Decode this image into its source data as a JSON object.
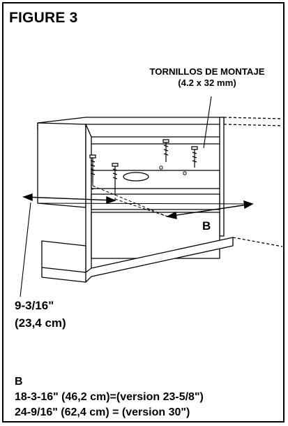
{
  "figure": {
    "title": "FIGURE 3",
    "screws_label_line1": "TORNILLOS DE MONTAJE",
    "screws_label_line2": "(4.2 x 32 mm)",
    "depth_line1": "9-3/16\"",
    "depth_line2": "(23,4 cm)",
    "dimension_mark": "B",
    "legend": {
      "heading": "B",
      "line1": "18-3-16\" (46,2 cm)=(version 23-5/8\")",
      "line2": "24-9/16\" (62,4 cm) = (version 30\")"
    }
  }
}
